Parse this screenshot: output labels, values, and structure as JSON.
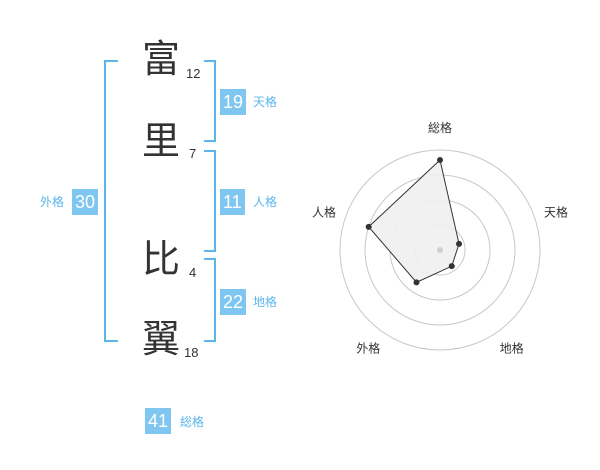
{
  "characters": [
    {
      "char": "富",
      "strokes": "12"
    },
    {
      "char": "里",
      "strokes": "7"
    },
    {
      "char": "比",
      "strokes": "4"
    },
    {
      "char": "翼",
      "strokes": "18"
    }
  ],
  "kakusu": {
    "tenkaku": {
      "value": "19",
      "label": "天格"
    },
    "jinkaku": {
      "value": "11",
      "label": "人格"
    },
    "chikaku": {
      "value": "22",
      "label": "地格"
    },
    "gaikaku": {
      "value": "30",
      "label": "外格"
    },
    "soukaku": {
      "value": "41",
      "label": "総格"
    }
  },
  "radar": {
    "axes": [
      "総格",
      "天格",
      "地格",
      "外格",
      "人格"
    ],
    "values": [
      0.9,
      0.2,
      0.2,
      0.4,
      0.75
    ],
    "ring_count": 4,
    "colors": {
      "ring": "#c8c8c8",
      "fill": "#efefef",
      "line": "#333333",
      "center": "#cfcfcf"
    }
  },
  "colors": {
    "accent": "#7fc7f0",
    "bracket": "#5bb6ea"
  }
}
